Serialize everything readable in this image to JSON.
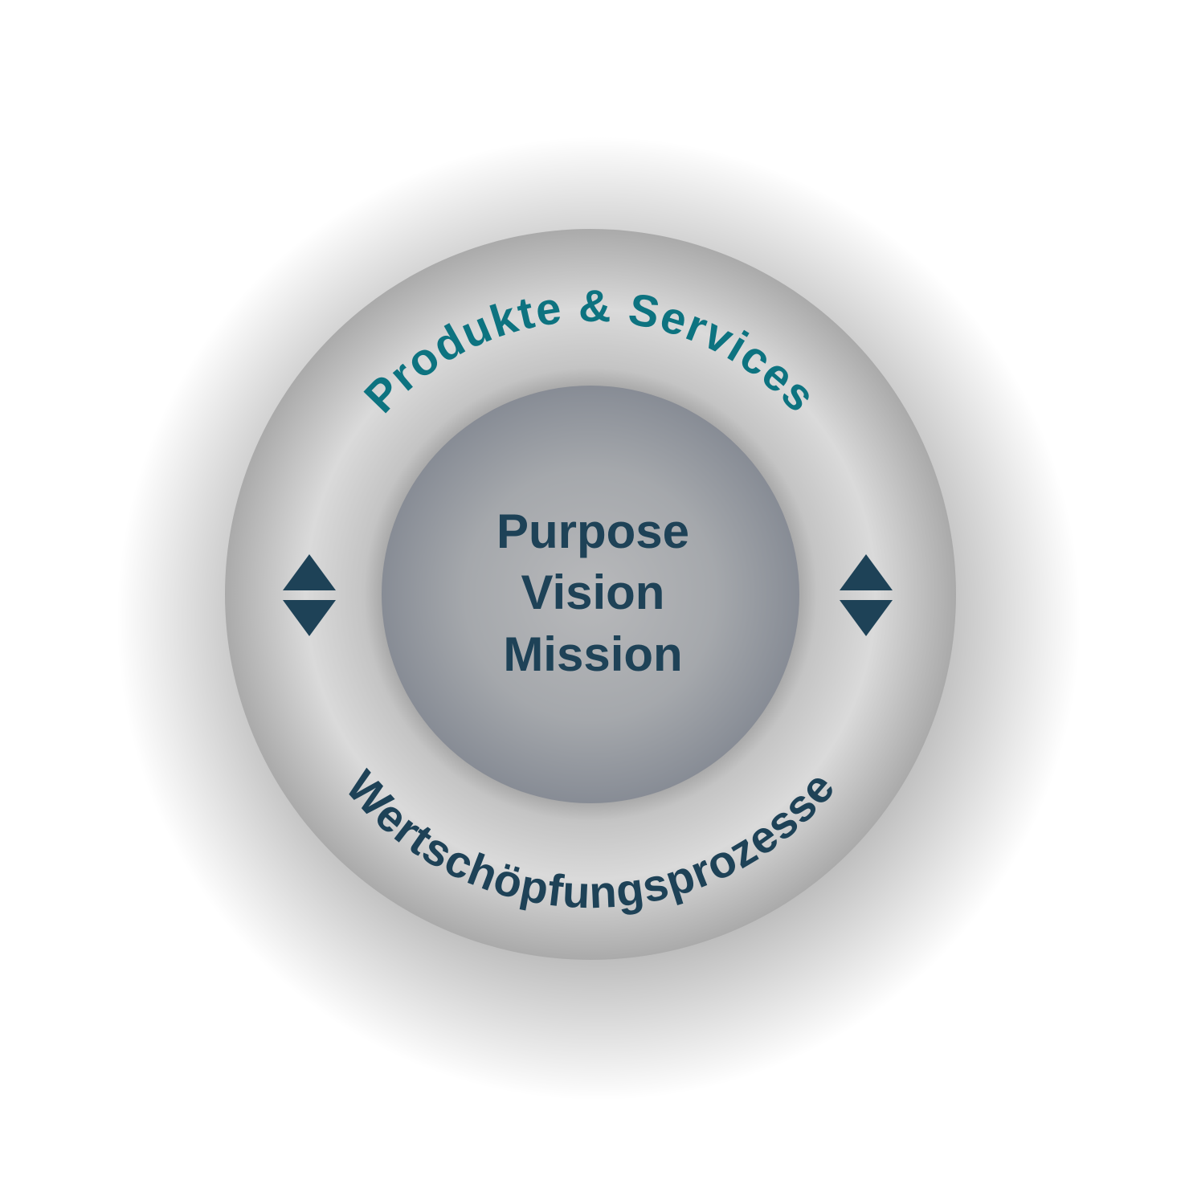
{
  "diagram": {
    "outer_ring": {
      "top_label": "Produkte & Services",
      "bottom_label": "Wertschöpfungsprozesse"
    },
    "core": {
      "lines": [
        "Purpose",
        "Vision",
        "Mission"
      ]
    },
    "icons": [
      "up-down-arrows-icon",
      "up-down-arrows-icon"
    ],
    "colors": {
      "top_label": "#0d7380",
      "dark_text": "#1e4257",
      "arrows": "#1e4257",
      "ring_light": "#dcdcdc",
      "ring_dark": "#ababab",
      "core_light": "#b4b6b9",
      "core_dark": "#8b9099"
    }
  }
}
